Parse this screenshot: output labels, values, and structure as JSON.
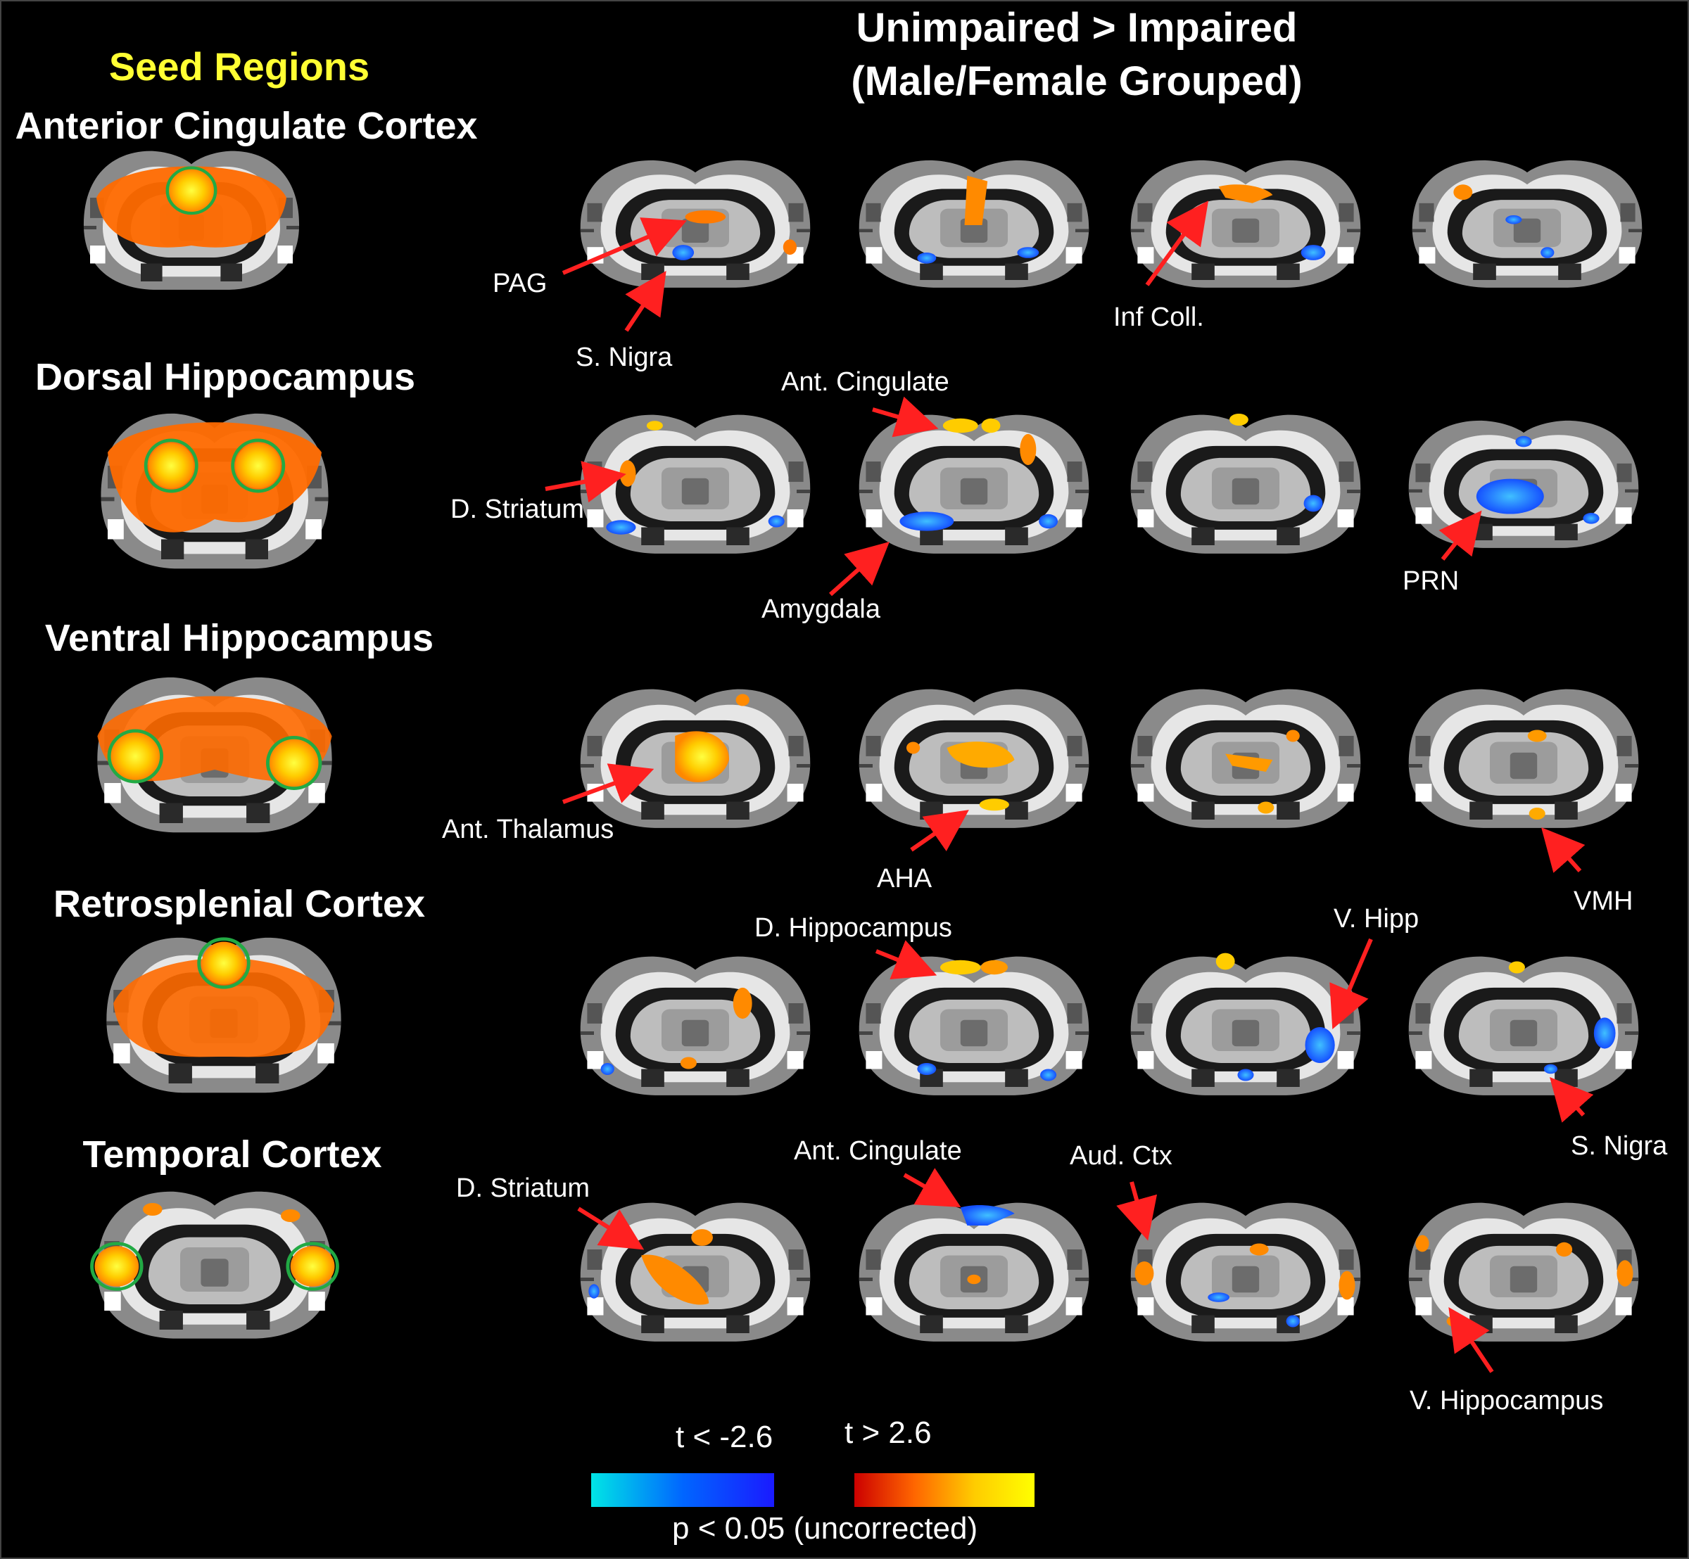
{
  "titles": {
    "seed_heading": "Seed Regions",
    "main_line1": "Unimpaired > Impaired",
    "main_line2": "(Male/Female Grouped)"
  },
  "rows": [
    {
      "seed": "Anterior Cingulate Cortex"
    },
    {
      "seed": "Dorsal Hippocampus"
    },
    {
      "seed": "Ventral Hippocampus"
    },
    {
      "seed": "Retrosplenial Cortex"
    },
    {
      "seed": "Temporal Cortex"
    }
  ],
  "labels": {
    "pag": "PAG",
    "s_nigra_1": "S. Nigra",
    "inf_coll": "Inf Coll.",
    "ant_cingulate_1": "Ant. Cingulate",
    "d_striatum_1": "D. Striatum",
    "amygdala": "Amygdala",
    "prn": "PRN",
    "ant_thalamus": "Ant. Thalamus",
    "aha": "AHA",
    "vmh": "VMH",
    "d_hippocampus": "D. Hippocampus",
    "v_hipp": "V. Hipp",
    "s_nigra_2": "S. Nigra",
    "d_striatum_2": "D. Striatum",
    "ant_cingulate_2": "Ant. Cingulate",
    "aud_ctx": "Aud. Ctx",
    "v_hippocampus": "V. Hippocampus"
  },
  "legend": {
    "neg_label": "t < -2.6",
    "pos_label": "t > 2.6",
    "p_label": "p < 0.05 (uncorrected)",
    "neg_colors": [
      "#00e5e5",
      "#0066ff",
      "#1a1aff"
    ],
    "pos_colors": [
      "#cc0000",
      "#ff6600",
      "#ffcc00",
      "#ffff00"
    ]
  },
  "colors": {
    "arrow": "#ff2020",
    "seed_circle": "#22aa44",
    "seed_title": "#ffff33"
  }
}
